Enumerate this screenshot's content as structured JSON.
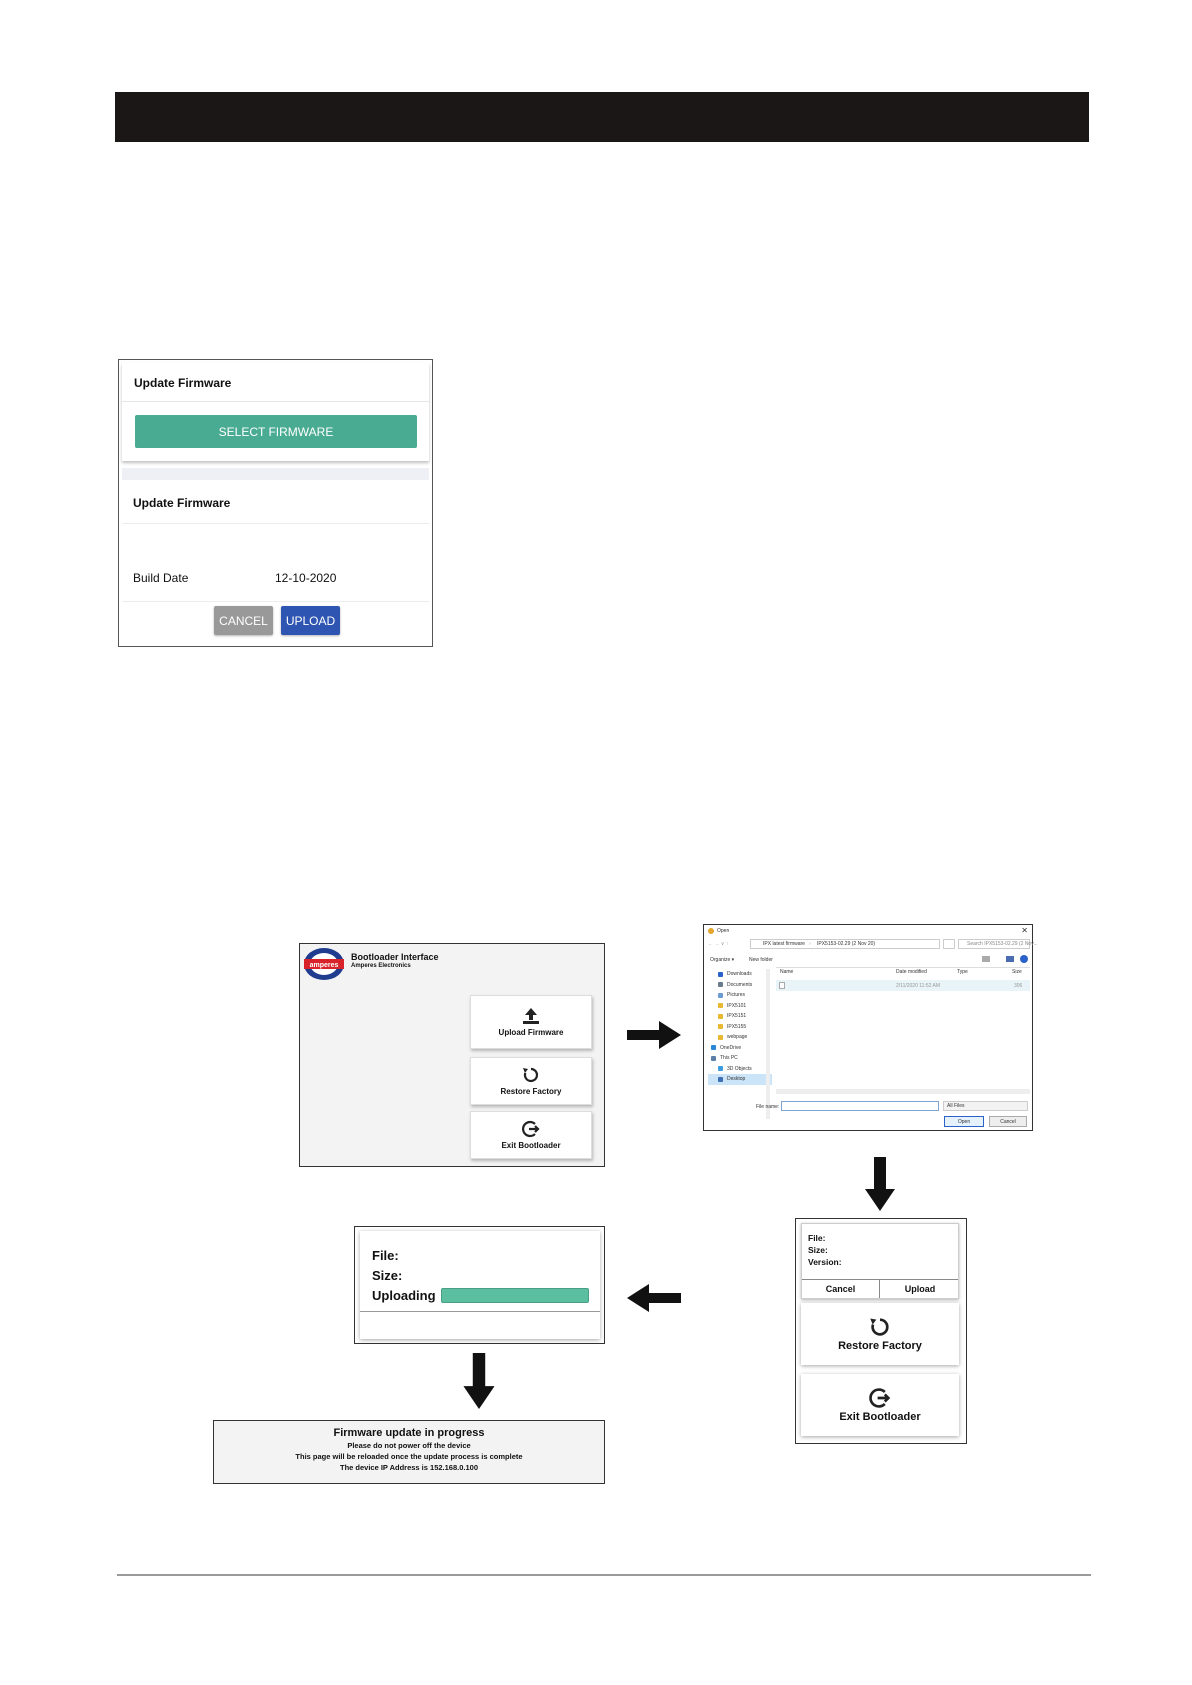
{
  "firmware_panel": {
    "card1_title": "Update Firmware",
    "select_button": "SELECT FIRMWARE",
    "card2_title": "Update Firmware",
    "build_date_label": "Build Date",
    "build_date_value": "12-10-2020",
    "cancel_button": "CANCEL",
    "upload_button": "UPLOAD",
    "select_button_color": "#4aab93",
    "upload_button_color": "#2f55b3"
  },
  "bootloader": {
    "logo_text": "amperes",
    "title": "Bootloader Interface",
    "subtitle": "Amperes Electronics",
    "buttons": [
      {
        "label": "Upload Firmware",
        "icon": "upload-icon"
      },
      {
        "label": "Restore Factory",
        "icon": "restore-icon"
      },
      {
        "label": "Exit Bootloader",
        "icon": "exit-icon"
      }
    ]
  },
  "file_dialog": {
    "title": "Open",
    "path": [
      "IPX latest firmware",
      "IPX5153-02.29 (2 Nov 20)"
    ],
    "search_placeholder": "Search IPX5153-02.29 (2 Nov...",
    "organize": "Organize ▾",
    "new_folder": "New folder",
    "sidebar": [
      "Downloads",
      "Documents",
      "Pictures",
      "IPX5101",
      "IPX5151",
      "IPX5155",
      "webpage",
      "OneDrive",
      "This PC",
      "3D Objects",
      "Desktop"
    ],
    "columns": [
      "Name",
      "Date modified",
      "Type",
      "Size"
    ],
    "file_row_date": "2/11/2020 11:52 AM",
    "file_row_size": "306",
    "file_name_label": "File name:",
    "filter": "All Files",
    "open_button": "Open",
    "cancel_button": "Cancel"
  },
  "upload_panel": {
    "file_label": "File:",
    "size_label": "Size:",
    "version_label": "Version:",
    "cancel_button": "Cancel",
    "upload_button": "Upload",
    "restore_label": "Restore Factory",
    "exit_label": "Exit Bootloader"
  },
  "uploading_panel": {
    "file_label": "File:",
    "size_label": "Size:",
    "uploading_label": "Uploading",
    "progress_fraction": 1.0,
    "progress_color": "#5bbf9f"
  },
  "progress_message": {
    "title": "Firmware update in progress",
    "line1": "Please do not power off the device",
    "line2": "This page will be reloaded once the update process is complete",
    "line3": "The device IP Address is 152.168.0.100"
  }
}
